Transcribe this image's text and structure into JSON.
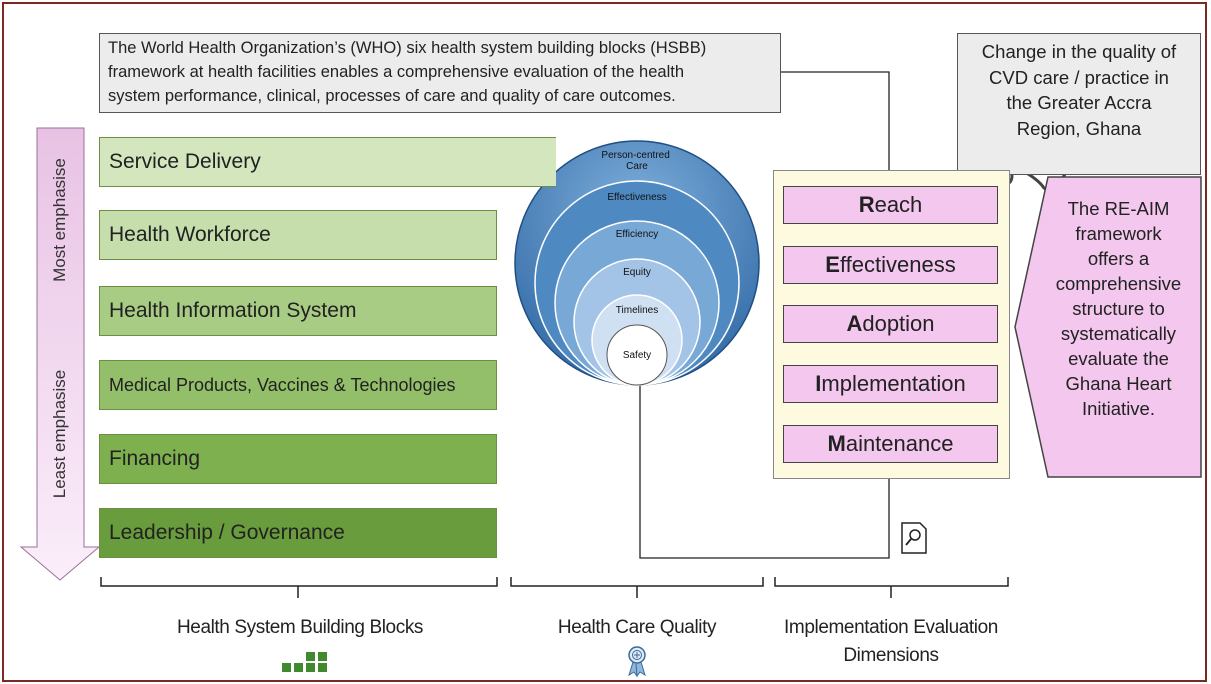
{
  "who_box": {
    "text": "The World Health Organization’s (WHO) six health system building blocks (HSBB)\nframework at health facilities enables a comprehensive evaluation of the health\nsystem performance, clinical, processes of care and quality of care outcomes."
  },
  "outcome_box": {
    "text": "Change in the quality of\nCVD care / practice in\nthe Greater Accra\nRegion, Ghana"
  },
  "emphasis": {
    "most": "Most emphasise",
    "least": "Least emphasise"
  },
  "building_blocks": [
    {
      "label": "Service Delivery",
      "color": "#d3e6bd"
    },
    {
      "label": "Health Workforce",
      "color": "#c5deac"
    },
    {
      "label": "Health Information System",
      "color": "#a8cc84"
    },
    {
      "label": "Medical Products, Vaccines & Technologies",
      "color": "#93bf6a"
    },
    {
      "label": "Financing",
      "color": "#7eb04f"
    },
    {
      "label": "Leadership / Governance",
      "color": "#689c3c"
    }
  ],
  "quality_rings": [
    "Person-centred\nCare",
    "Effectiveness",
    "Efficiency",
    "Equity",
    "Timelines",
    "Safety"
  ],
  "reaim_dimensions": [
    {
      "initial": "R",
      "rest": "each"
    },
    {
      "initial": "E",
      "rest": "ffectiveness"
    },
    {
      "initial": "A",
      "rest": "doption"
    },
    {
      "initial": "I",
      "rest": "mplementation"
    },
    {
      "initial": "M",
      "rest": "aintenance"
    }
  ],
  "reaim_text": "The RE-AIM\nframework\noffers a\ncomprehensive\nstructure to\nsystematically\nevaluate the\nGhana Heart\nInitiative.",
  "categories": {
    "hsbb": "Health System Building Blocks",
    "quality": "Health Care Quality",
    "implementation": "Implementation Evaluation\nDimensions"
  },
  "icons": {
    "hsbb": "bar-blocks-icon",
    "quality": "award-ribbon-icon",
    "evaluation": "magnifier-document-icon"
  },
  "colors": {
    "frame": "#7a2a23",
    "arrow_pink": "#f4cdee",
    "ring_blue": "#2f6aa3",
    "panel_yellow": "#fdfae0",
    "dimension_pink": "#f3c7ee"
  }
}
